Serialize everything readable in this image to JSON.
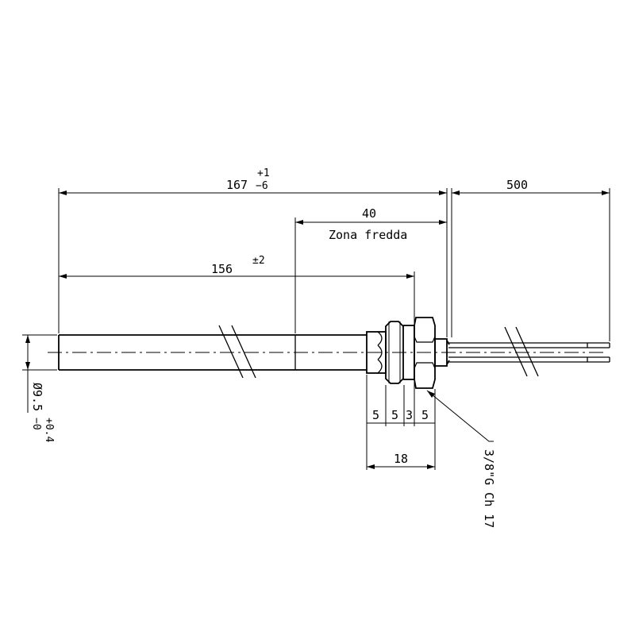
{
  "dimensions": {
    "overall_length": {
      "value": "167",
      "tol_plus": "+1",
      "tol_minus": "−6"
    },
    "lead_length": {
      "value": "500"
    },
    "cold_zone": {
      "value": "40",
      "label": "Zona fredda"
    },
    "heated_length": {
      "value": "156",
      "tol": "±2"
    },
    "diameter": {
      "value": "Ø9.5",
      "tol_minus": "−0",
      "tol_plus": "+0.4"
    },
    "fitting_segments": [
      "5",
      "5",
      "3",
      "5"
    ],
    "fitting_total": {
      "value": "18"
    },
    "thread_label": "3/8\"G Ch 17"
  },
  "colors": {
    "line": "#000000",
    "background": "#ffffff"
  }
}
